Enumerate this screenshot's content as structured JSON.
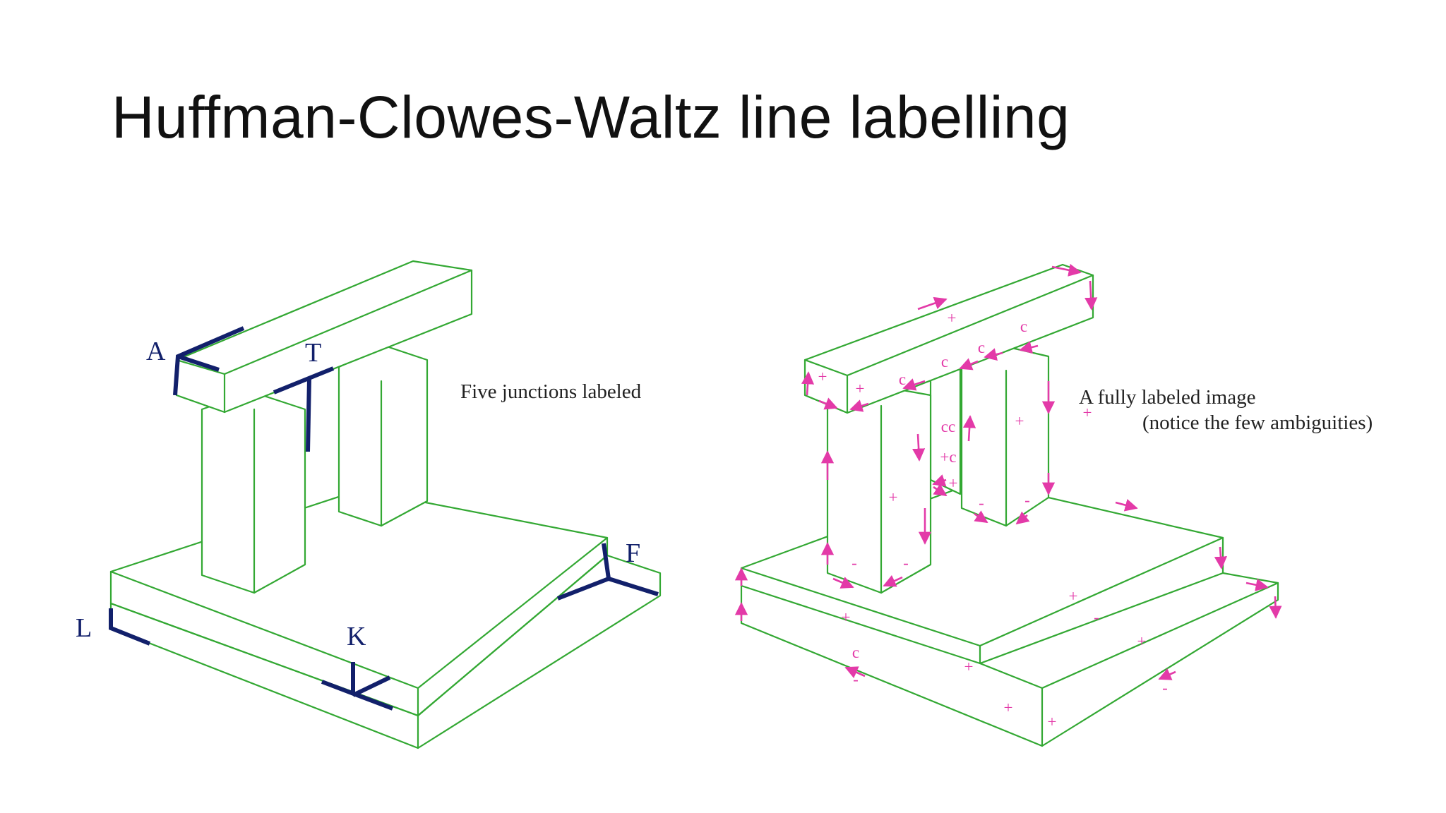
{
  "title": "Huffman-Clowes-Waltz line labelling",
  "left_figure": {
    "caption": "Five junctions labeled",
    "junctions": [
      "A",
      "T",
      "F",
      "L",
      "K"
    ]
  },
  "right_figure": {
    "caption_line1": "A fully labeled image",
    "caption_line2": "(notice the few ambiguities)",
    "edge_labels": [
      "+",
      "+",
      "c",
      "c",
      "c",
      "c",
      "+",
      "+",
      "cc",
      "+c",
      "+",
      "-",
      "-",
      "+",
      "-",
      "-",
      "+",
      "+",
      "-",
      "+",
      "c",
      "-",
      "+",
      "+",
      "-",
      "+",
      "+"
    ]
  },
  "colors": {
    "edge": "#33a833",
    "junction": "#12206b",
    "label": "#e33aa8"
  }
}
